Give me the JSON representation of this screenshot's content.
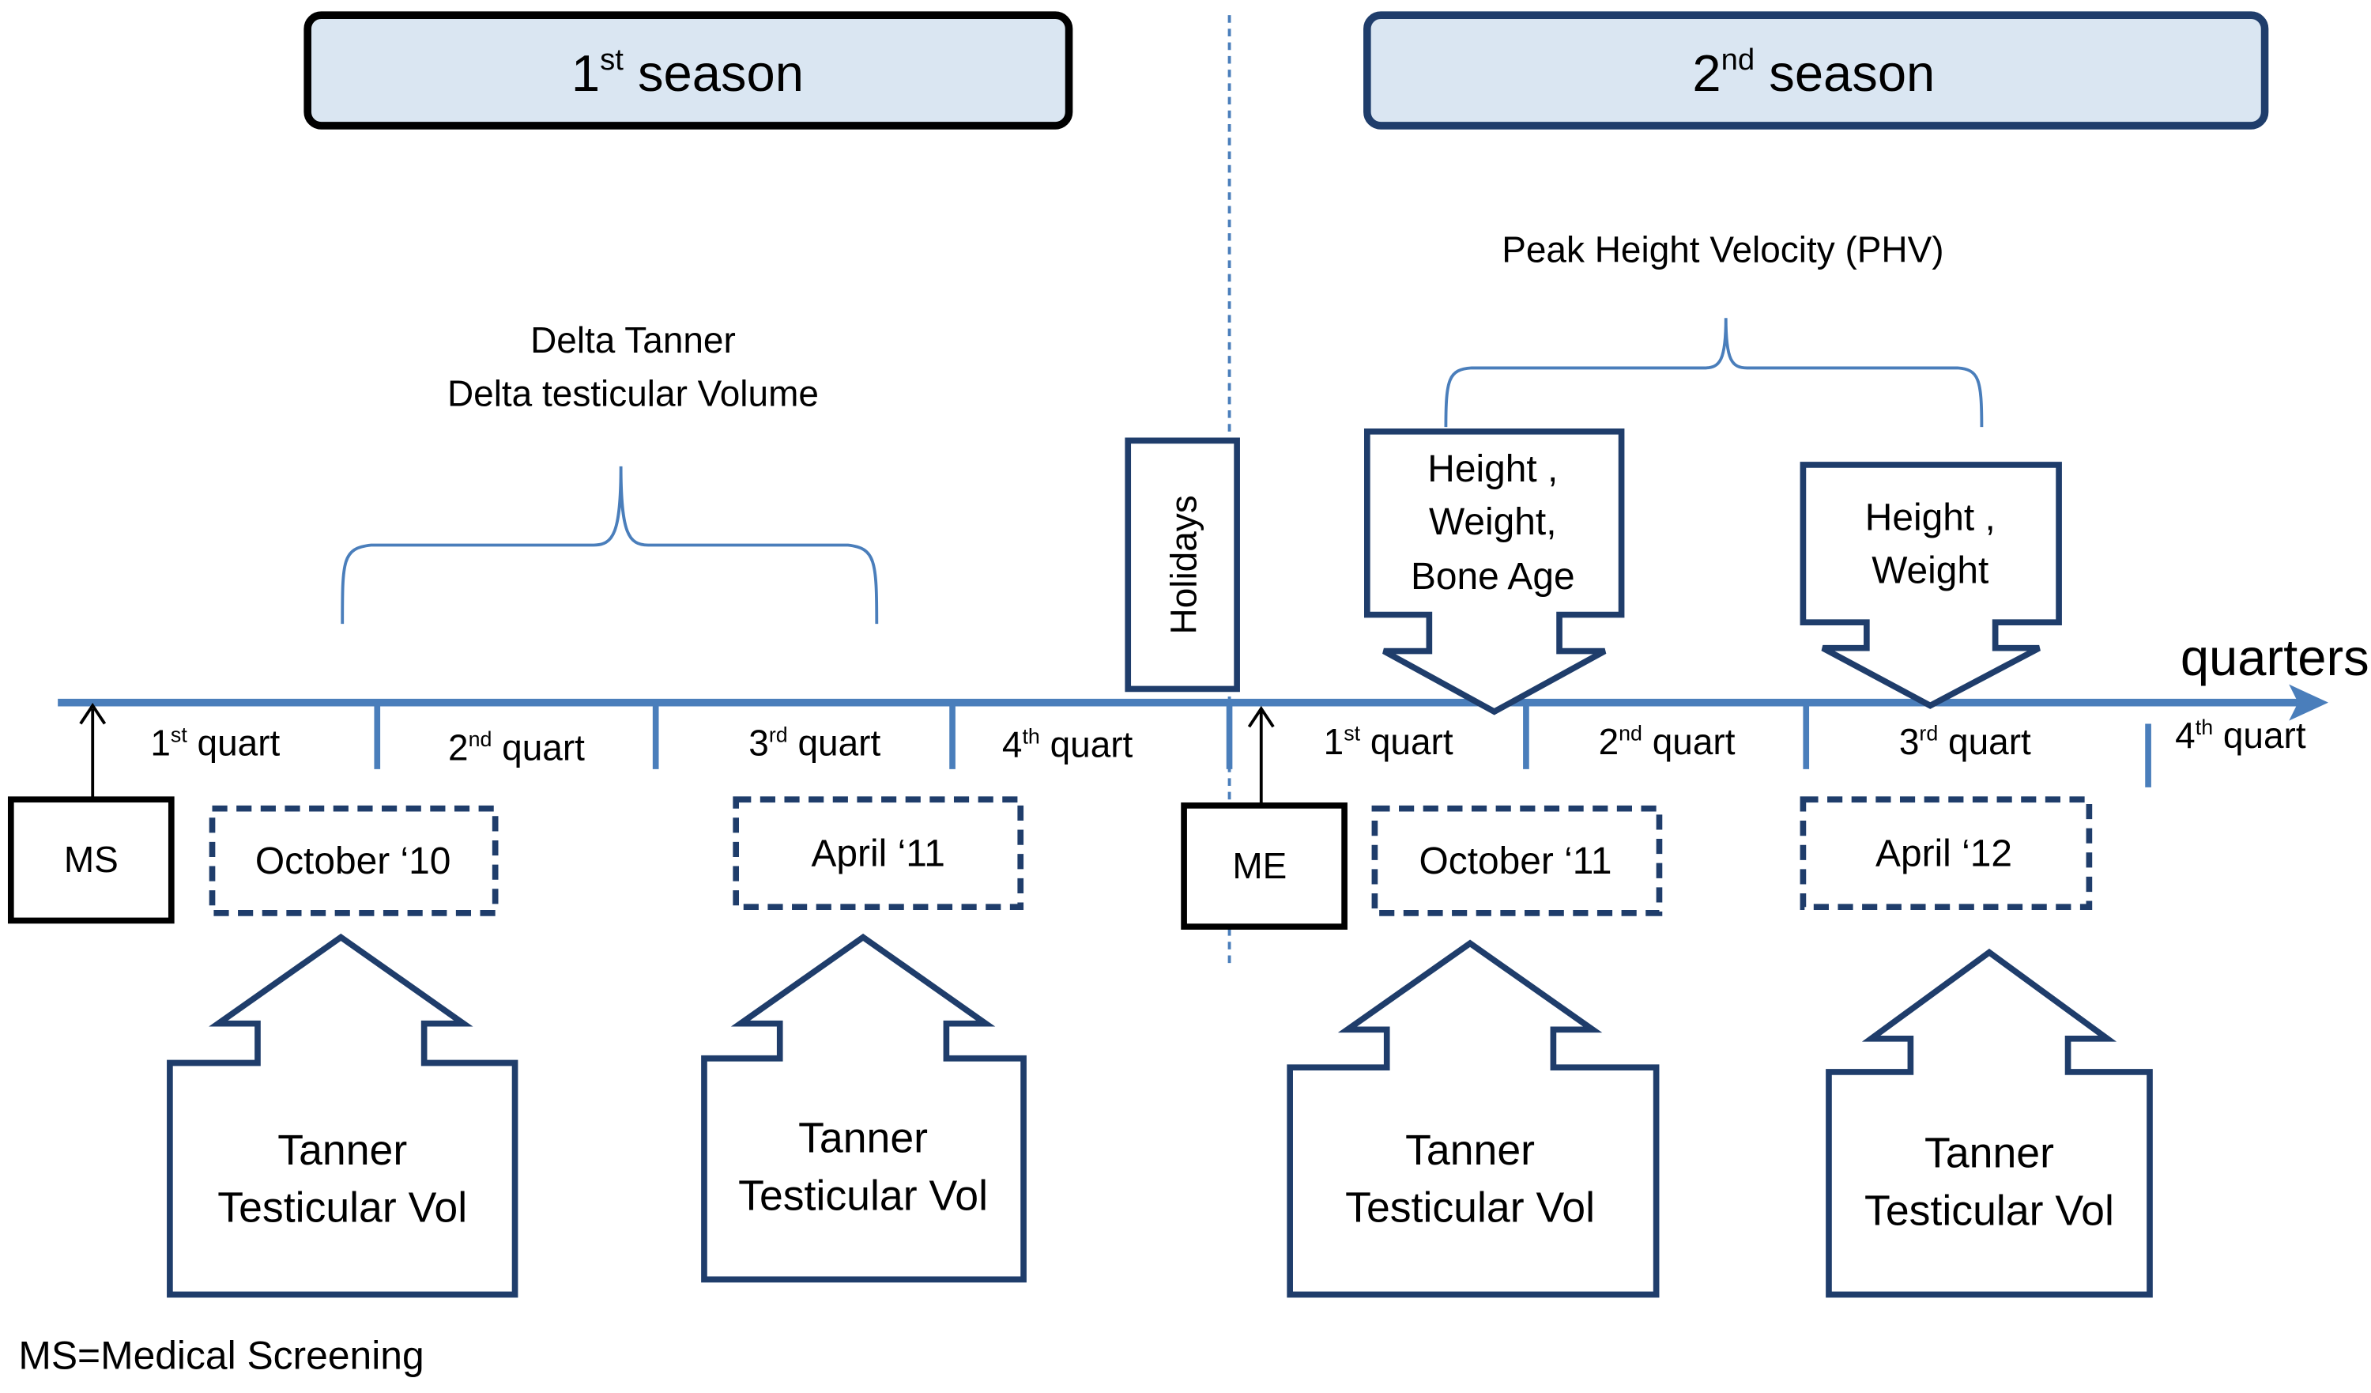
{
  "colors": {
    "axis": "#4a7ebb",
    "box_border": "#1f3d6b",
    "black": "#000000",
    "season_fill": "#dae6f2",
    "text": "#000000"
  },
  "seasons": {
    "first": {
      "main": "1",
      "sup": "st",
      "rest": " season"
    },
    "second": {
      "main": "2",
      "sup": "nd",
      "rest": " season"
    }
  },
  "axis_label": "quarters",
  "season1_quarters": [
    {
      "num": "1",
      "sup": "st",
      "rest": " quart"
    },
    {
      "num": "2",
      "sup": "nd",
      "rest": " quart"
    },
    {
      "num": "3",
      "sup": "rd",
      "rest": " quart"
    },
    {
      "num": "4",
      "sup": "th",
      "rest": " quart"
    }
  ],
  "season2_quarters": [
    {
      "num": "1",
      "sup": "st",
      "rest": " quart"
    },
    {
      "num": "2",
      "sup": "nd",
      "rest": " quart"
    },
    {
      "num": "3",
      "sup": "rd",
      "rest": " quart"
    },
    {
      "num": "4",
      "sup": "th",
      "rest": " quart"
    }
  ],
  "delta_label": [
    "Delta Tanner",
    "Delta testicular Volume"
  ],
  "phv_label": "Peak Height Velocity (PHV)",
  "holidays": "Holidays",
  "ms_label": "MS",
  "me_label": "ME",
  "dates": [
    "October ‘10",
    "April ‘11",
    "October ‘11",
    "April ‘12"
  ],
  "height_boxes": {
    "first": [
      "Height ,",
      "Weight,",
      "Bone Age"
    ],
    "second": [
      "Height ,",
      "Weight"
    ]
  },
  "tanner_box": [
    "Tanner",
    "Testicular Vol"
  ],
  "footnote": "MS=Medical Screening"
}
